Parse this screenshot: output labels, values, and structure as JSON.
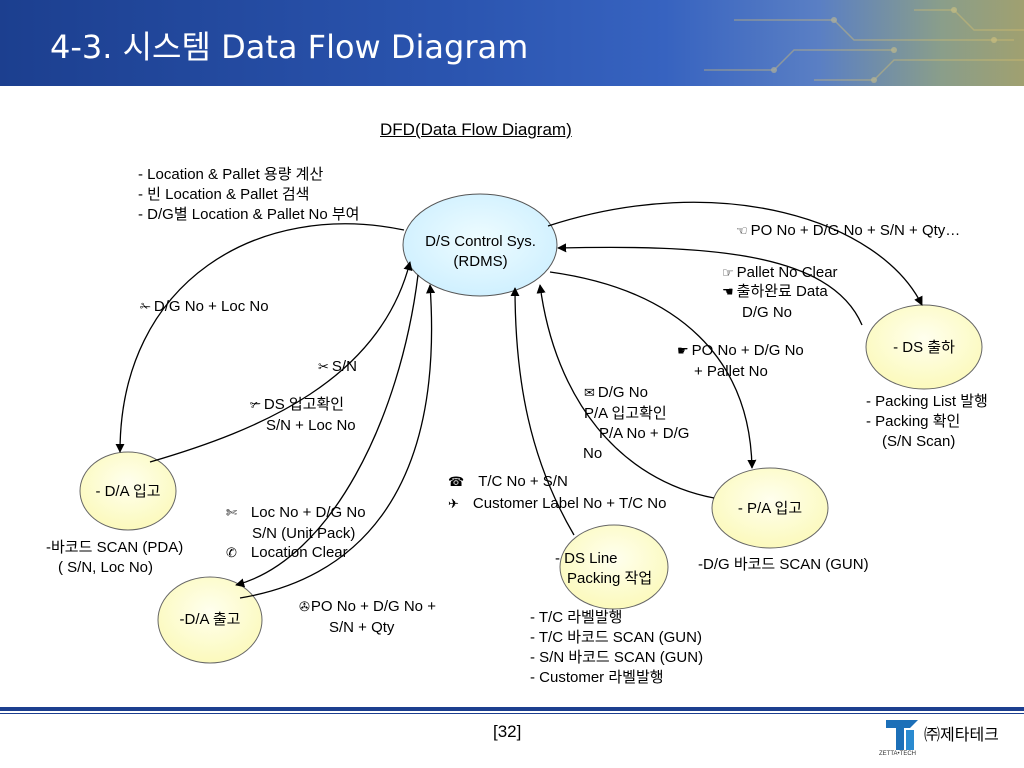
{
  "header": {
    "title": "4-3. 시스템 Data Flow Diagram"
  },
  "diagram": {
    "title": "DFD(Data Flow Diagram)",
    "nodes": {
      "control": {
        "line1": "D/S Control Sys.",
        "line2": "(RDMS)"
      },
      "da_in": {
        "label": "- D/A 입고"
      },
      "da_out": {
        "label": "-D/A 출고"
      },
      "ds_line": {
        "line1": "- DS Line",
        "line2": "Packing 작업"
      },
      "pa_in": {
        "label": "- P/A 입고"
      },
      "ds_out": {
        "label": "- DS 출하"
      }
    },
    "notes": {
      "control": [
        "- Location & Pallet 용량 계산",
        "- 빈 Location & Pallet 검색",
        "- D/G별 Location & Pallet No 부여"
      ],
      "da_in": [
        "-바코드 SCAN (PDA)",
        "( S/N, Loc No)"
      ],
      "ds_line": [
        "- T/C 라벨발행",
        "- T/C 바코드 SCAN (GUN)",
        "- S/N 바코드 SCAN (GUN)",
        "- Customer 라벨발행"
      ],
      "pa_in": [
        "-D/G 바코드 SCAN (GUN)"
      ],
      "ds_out": [
        "- Packing List 발행",
        "- Packing 확인",
        "(S/N Scan)"
      ]
    },
    "flows": {
      "f1": {
        "icon": "✁",
        "text": "D/G No + Loc No"
      },
      "f2": {
        "icon": "✂",
        "text": "S/N"
      },
      "f3": {
        "icon": "✃",
        "line1": "DS 입고확인",
        "line2": "S/N + Loc No"
      },
      "f4": {
        "icon": "✄",
        "line1": "Loc No + D/G No",
        "line2": "S/N (Unit Pack)"
      },
      "f5": {
        "icon": "✆",
        "text": "Location Clear"
      },
      "f6": {
        "icon": "✇",
        "line1": "PO No + D/G No +",
        "line2": "S/N + Qty"
      },
      "f7": {
        "icon": "☎",
        "text": "T/C No + S/N"
      },
      "f8": {
        "icon": "✈",
        "text": "Customer Label No + T/C No"
      },
      "f9": {
        "icon": "✉",
        "line1": "D/G No",
        "line2": "P/A  입고확인",
        "line3": "P/A No + D/G",
        "line4": "No"
      },
      "f10": {
        "icon": "☛",
        "line1": "PO No + D/G No",
        "line2": "+ Pallet No"
      },
      "f11": {
        "icon": "☜",
        "text": "PO No + D/G No + S/N + Qty…"
      },
      "f12": {
        "icon": "☞",
        "text": "Pallet No Clear"
      },
      "f13": {
        "icon": "☚",
        "line1": "출하완료 Data",
        "line2": "D/G No"
      }
    }
  },
  "footer": {
    "page": "[32]",
    "company": "㈜제타테크",
    "logo_caption": "ZETTA•TECH"
  }
}
